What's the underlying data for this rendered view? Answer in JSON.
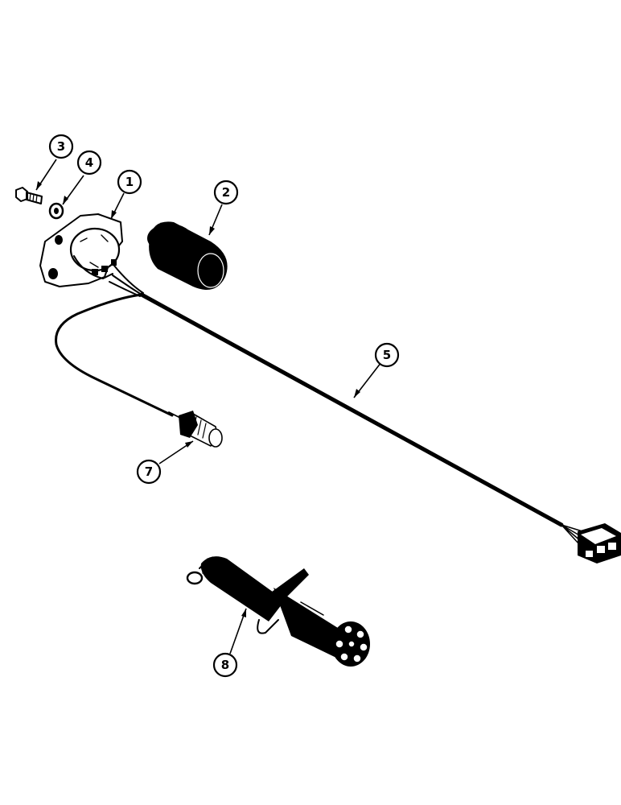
{
  "diagram": {
    "callouts": [
      {
        "id": "1",
        "label": "1"
      },
      {
        "id": "2",
        "label": "2"
      },
      {
        "id": "3",
        "label": "3"
      },
      {
        "id": "4",
        "label": "4"
      },
      {
        "id": "5",
        "label": "5"
      },
      {
        "id": "7",
        "label": "7"
      },
      {
        "id": "8",
        "label": "8"
      }
    ],
    "parts": [
      {
        "callout": "1",
        "icon": "socket-with-mounting-flange-icon"
      },
      {
        "callout": "2",
        "icon": "socket-cover-cap-icon"
      },
      {
        "callout": "3",
        "icon": "bolt-icon"
      },
      {
        "callout": "4",
        "icon": "washer-icon"
      },
      {
        "callout": "5",
        "icon": "wiring-harness-icon"
      },
      {
        "callout": "7",
        "icon": "sensor-switch-icon"
      },
      {
        "callout": "8",
        "icon": "seven-pin-plug-icon"
      }
    ]
  }
}
